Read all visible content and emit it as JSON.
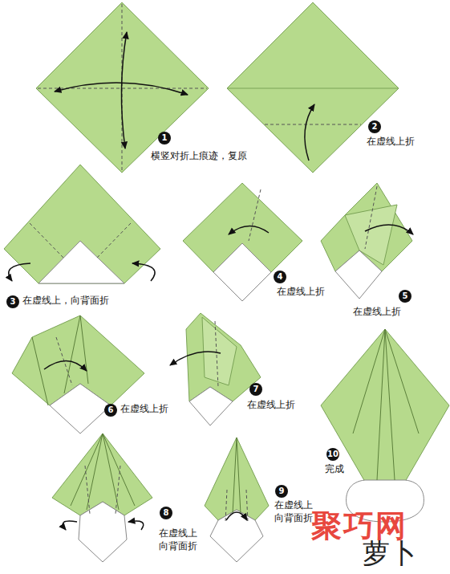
{
  "diagram": {
    "labels": [
      "1",
      "横竖对折上痕迹，复原",
      "2",
      "在虚线上折",
      "3",
      "在虚线上，向背面折",
      "4",
      "在虚线上折",
      "5",
      "在虚线上折",
      "6",
      "在虚线上折",
      "7",
      "在虚线上折",
      "8",
      "在虚线上 向背面折",
      "9",
      "在虚线上 向背面折",
      "10",
      "完成",
      "聚巧网",
      "萝卜"
    ]
  }
}
